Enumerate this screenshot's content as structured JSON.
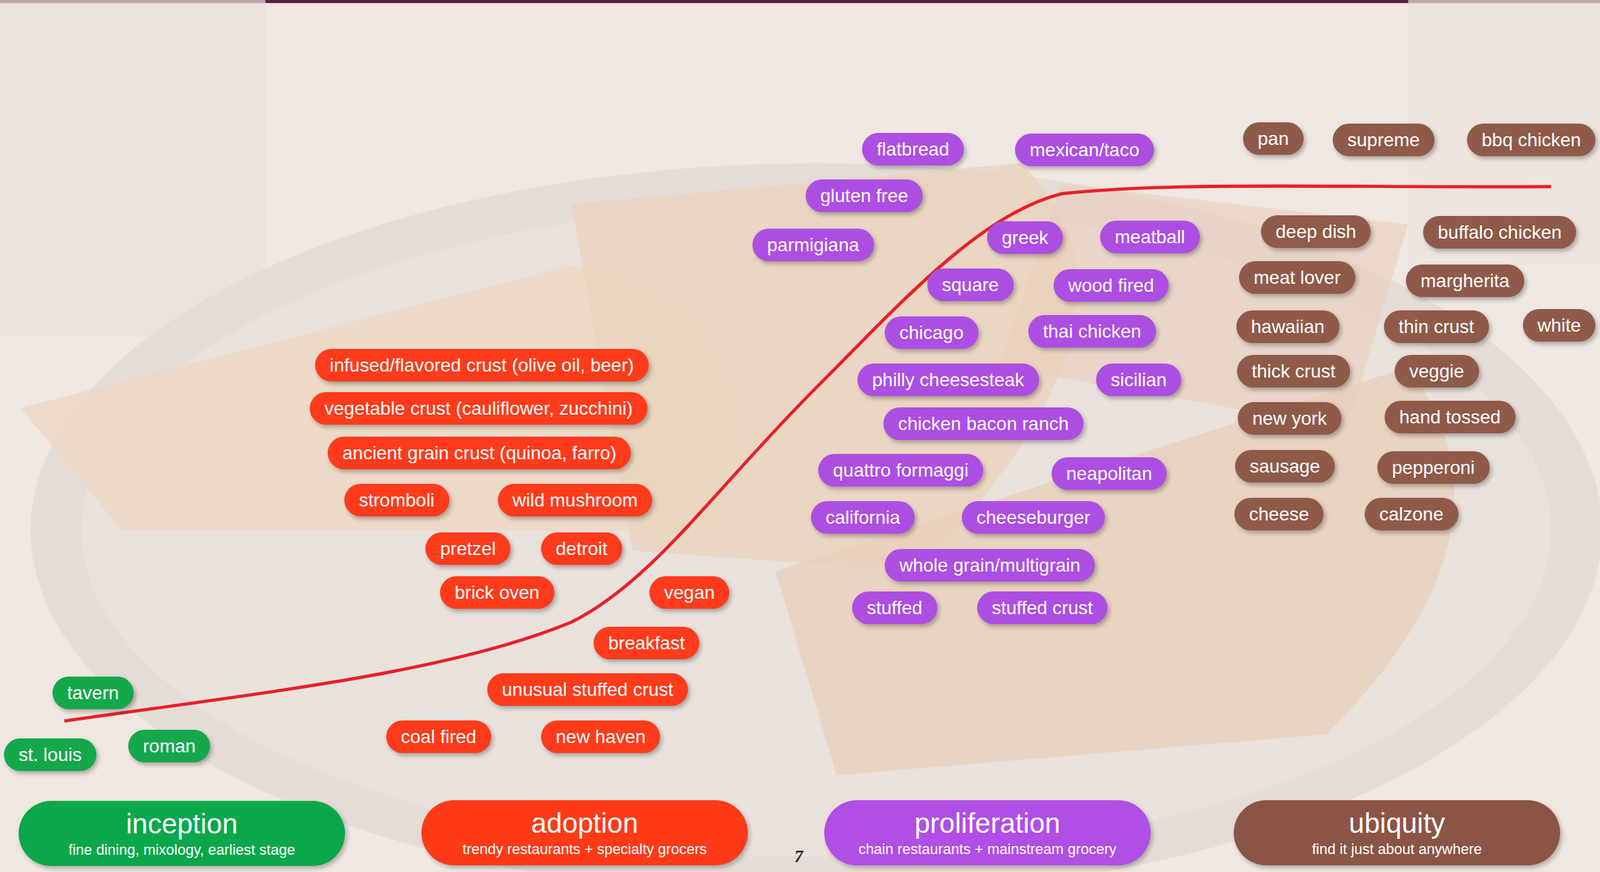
{
  "diagram": {
    "nodes": [
      {
        "text": [
          "tavern"
        ]
      },
      {
        "text": [
          "st. louis"
        ]
      },
      {
        "text": [
          "roman"
        ]
      },
      {
        "text": [
          "infused/flavored crust (olive oil, beer)"
        ]
      },
      {
        "text": [
          "vegetable crust (cauliflower, zucchini)"
        ]
      },
      {
        "text": [
          "ancient grain crust (quinoa, farro)"
        ]
      },
      {
        "text": [
          "stromboli"
        ]
      },
      {
        "text": [
          "wild mushroom"
        ]
      },
      {
        "text": [
          "pretzel"
        ]
      },
      {
        "text": [
          "detroit"
        ]
      },
      {
        "text": [
          "brick oven"
        ]
      },
      {
        "text": [
          "vegan"
        ]
      },
      {
        "text": [
          "breakfast"
        ]
      },
      {
        "text": [
          "unusual stuffed crust"
        ]
      },
      {
        "text": [
          "coal fired"
        ]
      },
      {
        "text": [
          "new haven"
        ]
      },
      {
        "text": [
          "flatbread"
        ]
      },
      {
        "text": [
          "mexican/taco"
        ]
      },
      {
        "text": [
          "gluten free"
        ]
      },
      {
        "text": [
          "parmigiana"
        ]
      },
      {
        "text": [
          "greek"
        ]
      },
      {
        "text": [
          "meatball"
        ]
      },
      {
        "text": [
          "square"
        ]
      },
      {
        "text": [
          "wood fired"
        ]
      },
      {
        "text": [
          "chicago"
        ]
      },
      {
        "text": [
          "thai chicken"
        ]
      },
      {
        "text": [
          "philly cheesesteak"
        ]
      },
      {
        "text": [
          "sicilian"
        ]
      },
      {
        "text": [
          "chicken bacon ranch"
        ]
      },
      {
        "text": [
          "quattro formaggi"
        ]
      },
      {
        "text": [
          "neapolitan"
        ]
      },
      {
        "text": [
          "california"
        ]
      },
      {
        "text": [
          "cheeseburger"
        ]
      },
      {
        "text": [
          "whole grain/multigrain"
        ]
      },
      {
        "text": [
          "stuffed"
        ]
      },
      {
        "text": [
          "stuffed crust"
        ]
      },
      {
        "text": [
          "pan"
        ]
      },
      {
        "text": [
          "supreme"
        ]
      },
      {
        "text": [
          "bbq chicken"
        ]
      },
      {
        "text": [
          "deep dish"
        ]
      },
      {
        "text": [
          "buffalo chicken"
        ]
      },
      {
        "text": [
          "meat lover"
        ]
      },
      {
        "text": [
          "margherita"
        ]
      },
      {
        "text": [
          "hawaiian"
        ]
      },
      {
        "text": [
          "thin crust"
        ]
      },
      {
        "text": [
          "white"
        ]
      },
      {
        "text": [
          "thick crust"
        ]
      },
      {
        "text": [
          "veggie"
        ]
      },
      {
        "text": [
          "new york"
        ]
      },
      {
        "text": [
          "hand tossed"
        ]
      },
      {
        "text": [
          "sausage"
        ]
      },
      {
        "text": [
          "pepperoni"
        ]
      },
      {
        "text": [
          "cheese"
        ]
      },
      {
        "text": [
          "calzone"
        ]
      },
      {
        "text": [
          "inception",
          "fine dining, mixology, earliest stage"
        ]
      },
      {
        "text": [
          "adoption",
          "trendy restaurants + specialty grocers"
        ]
      },
      {
        "text": [
          "proliferation",
          "chain restaurants + mainstream grocery"
        ]
      },
      {
        "text": [
          "ubiquity",
          "find it just about anywhere"
        ]
      }
    ],
    "labels": [
      "7"
    ]
  }
}
